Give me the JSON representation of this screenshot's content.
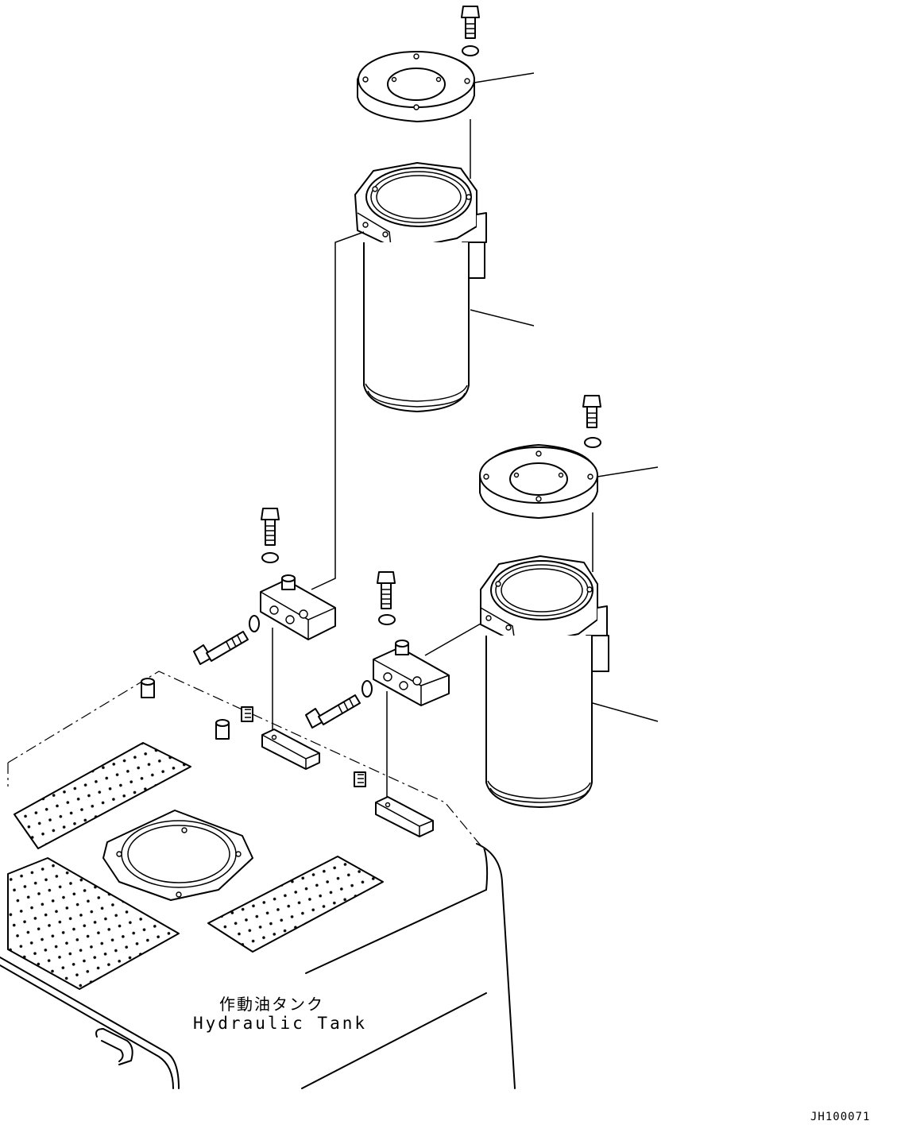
{
  "labels": {
    "tank_japanese": "作動油タンク",
    "tank_english": "Hydraulic Tank",
    "drawing_code": "JH100071"
  }
}
